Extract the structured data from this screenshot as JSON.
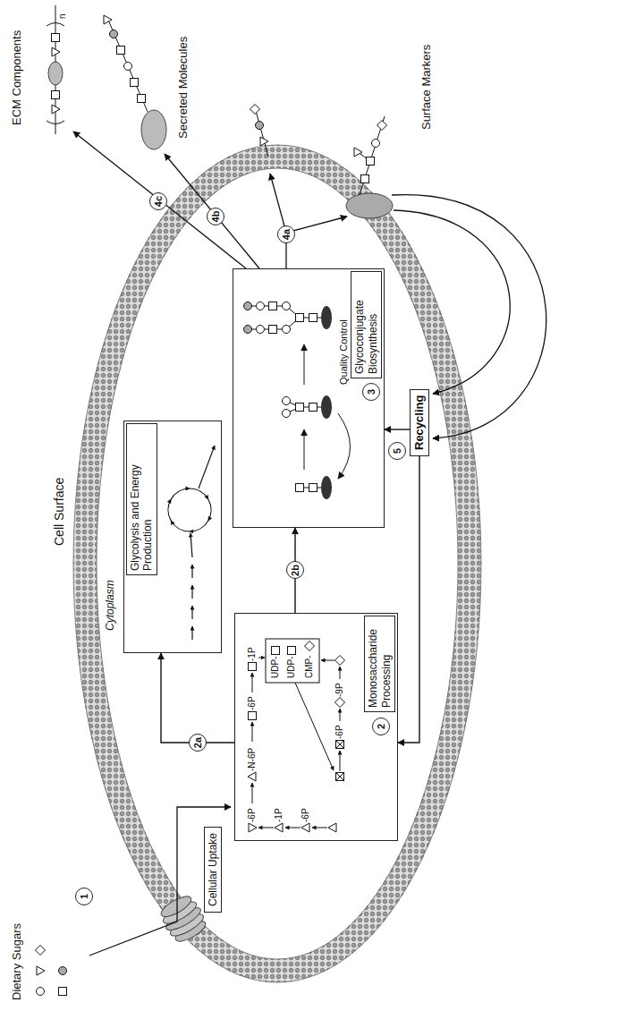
{
  "diagram": {
    "nodes": [
      {
        "text": [
          "Cellular Uptake"
        ]
      },
      {
        "text": [
          "Glycolysis and Energy Production"
        ]
      },
      {
        "text": [
          "Monosaccharide Processing"
        ]
      },
      {
        "text": [
          "Glycoconjugate Biosynthesis"
        ]
      },
      {
        "text": [
          "Recycling"
        ]
      }
    ],
    "edges": [
      {
        "from": 2,
        "to": 1,
        "label": "2a",
        "arrow": "to"
      },
      {
        "from": 2,
        "to": 3,
        "label": "2b",
        "arrow": "to"
      },
      {
        "from": 4,
        "to": 3,
        "label": "5",
        "arrow": "to"
      },
      {
        "from": 4,
        "to": 2,
        "arrow": "to"
      }
    ],
    "labels": [
      "Cell Surface",
      "Cytoplasm",
      "Dietary Sugars",
      "1",
      "2",
      "3",
      "Quality Control",
      "4a",
      "4b",
      "4c",
      "ECM Components",
      "Secreted Molecules",
      "Surface Markers",
      "n",
      "-6P",
      "-N-6P",
      "-6P",
      "-1P",
      "-1P",
      "-6P",
      "UDP-",
      "UDP-",
      "CMP-",
      "-6P",
      "-9P"
    ]
  }
}
